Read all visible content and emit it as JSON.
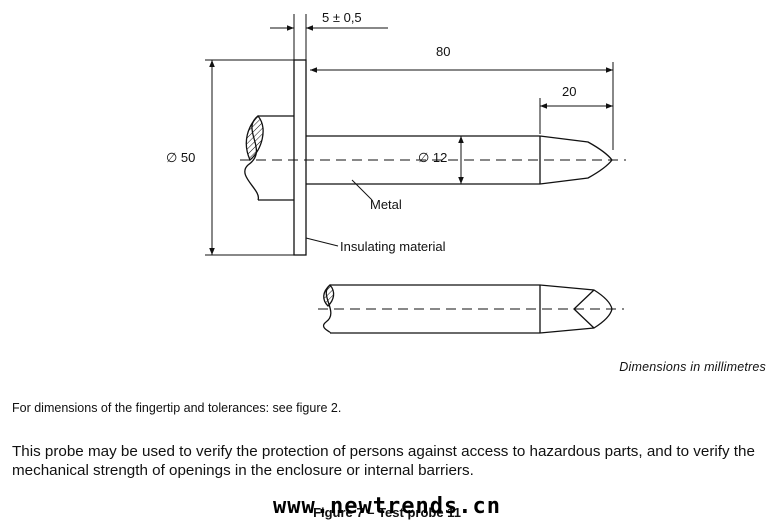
{
  "drawing": {
    "dim_thickness": "5 ± 0,5",
    "dim_length": "80",
    "dim_tip": "20",
    "dim_handle_diameter": "∅ 50",
    "dim_probe_diameter": "∅ 12",
    "label_metal": "Metal",
    "label_insulating": "Insulating material"
  },
  "notes": {
    "units": "Dimensions in millimetres",
    "fingertip": "For dimensions of the fingertip and tolerances: see figure 2.",
    "usage": "This probe may be used to verify the protection of persons against access to hazardous parts, and to verify the mechanical strength of openings in the enclosure or internal barriers."
  },
  "caption": "Figure 7 – Test probe 11",
  "watermark": "www.newtrends.cn"
}
